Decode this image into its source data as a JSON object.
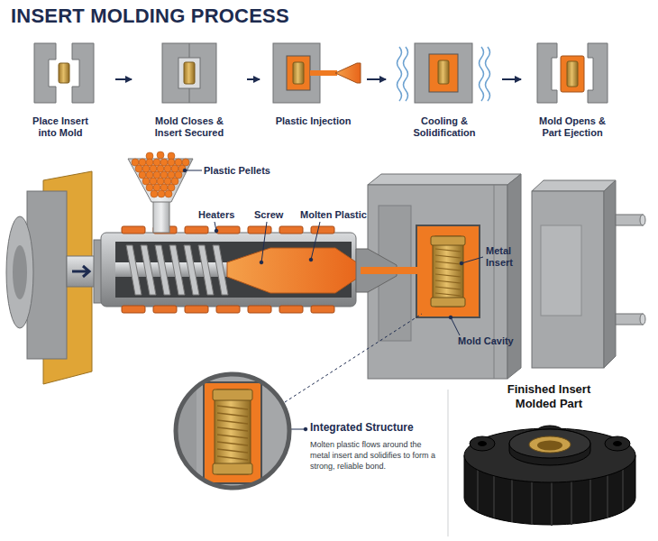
{
  "diagram": {
    "title": "INSERT MOLDING PROCESS",
    "nodes": [
      {
        "text": [
          "Place Insert into Mold"
        ]
      },
      {
        "text": [
          "Mold Closes & Insert Secured"
        ]
      },
      {
        "text": [
          "Plastic Injection"
        ]
      },
      {
        "text": [
          "Cooling & Solidification"
        ]
      },
      {
        "text": [
          "Mold Opens & Part Ejection"
        ]
      }
    ],
    "edges": [
      {
        "from": 0,
        "to": 1,
        "arrow": "to"
      },
      {
        "from": 1,
        "to": 2,
        "arrow": "to"
      },
      {
        "from": 2,
        "to": 3,
        "arrow": "to"
      },
      {
        "from": 3,
        "to": 4,
        "arrow": "to"
      }
    ],
    "labels": [
      "Plastic Pellets",
      "Heaters",
      "Screw",
      "Molten Plastic",
      "Metal Insert",
      "Mold Cavity",
      "Integrated Structure",
      "Molten plastic flows around the metal insert and solidifies to form a strong, reliable bond.",
      "Finished Insert Molded Part"
    ]
  }
}
